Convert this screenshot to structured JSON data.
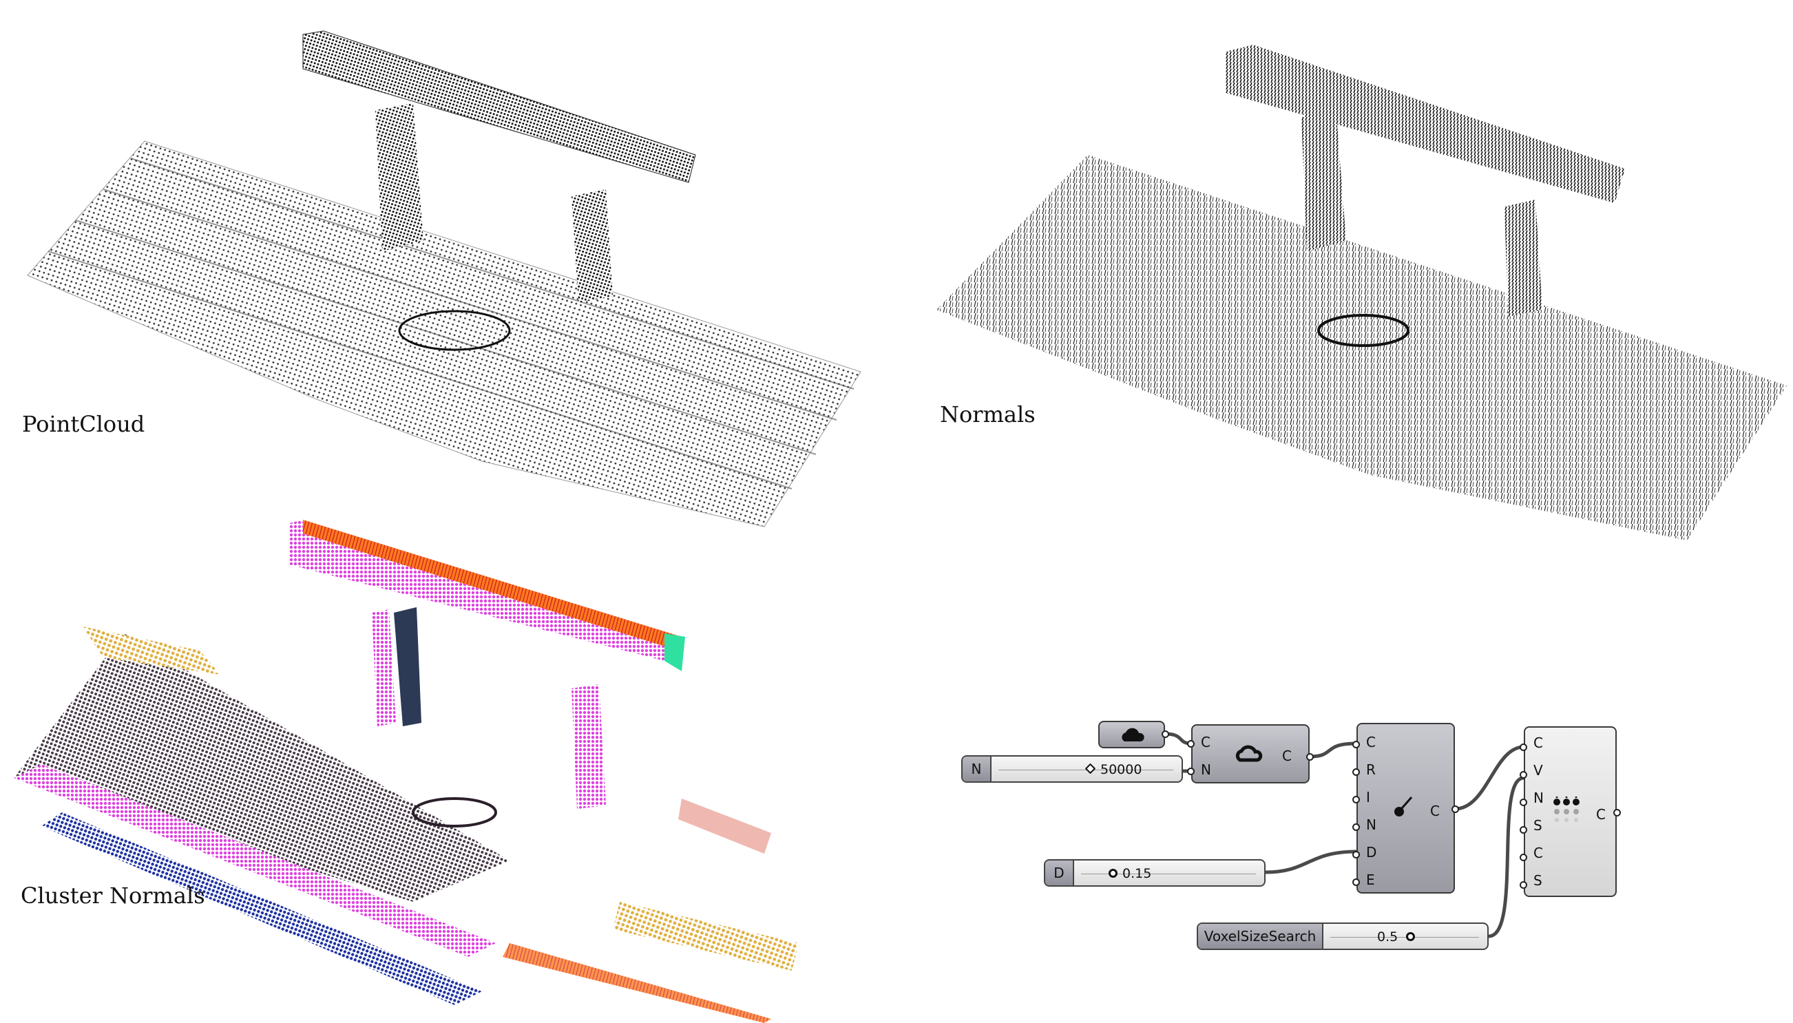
{
  "panels": {
    "pointcloud": {
      "label": "PointCloud"
    },
    "normals": {
      "label": "Normals"
    },
    "cluster": {
      "label": "Cluster Normals"
    }
  },
  "graph": {
    "cloud_param": {
      "icon": "cloud-icon"
    },
    "construct": {
      "inputs": [
        "C",
        "N"
      ],
      "output": "C",
      "icon": "cloud-icon"
    },
    "normals_comp": {
      "inputs": [
        "C",
        "R",
        "I",
        "N",
        "D",
        "E"
      ],
      "output": "C",
      "icon": "brush-icon"
    },
    "cluster_comp": {
      "inputs": [
        "C",
        "V",
        "N",
        "S",
        "C",
        "S"
      ],
      "output": "C",
      "icon": "cluster-pins-icon"
    },
    "sliders": [
      {
        "name": "N",
        "value": "50000"
      },
      {
        "name": "D",
        "value": "0.15"
      },
      {
        "name": "VoxelSizeSearch",
        "value": "0.5"
      }
    ]
  }
}
